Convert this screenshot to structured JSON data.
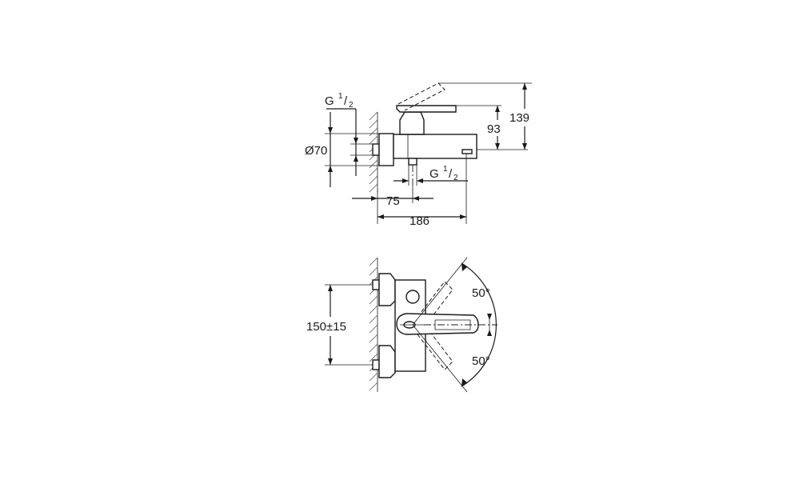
{
  "side_view": {
    "thread_top": {
      "prefix": "G ",
      "num": "1",
      "slash": "/",
      "den": "2"
    },
    "diameter": "Ø70",
    "thread_bottom": {
      "prefix": "G ",
      "num": "1",
      "slash": "/",
      "den": "2"
    },
    "dim_75": "75",
    "dim_186": "186",
    "dim_93": "93",
    "dim_139": "139"
  },
  "top_view": {
    "center_distance": "150±15",
    "angle_upper": "50°",
    "angle_lower": "50°"
  }
}
